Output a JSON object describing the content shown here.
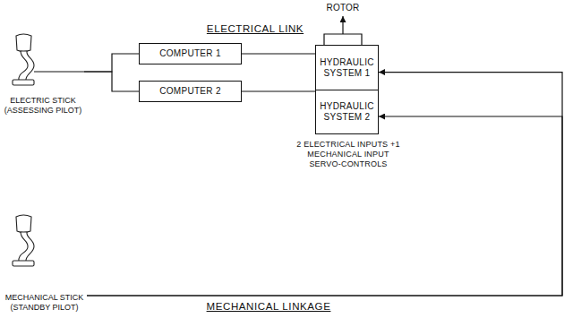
{
  "diagram": {
    "nodes": [
      {
        "text": [
          "ELECTRIC STICK (ASSESSING PILOT)"
        ]
      },
      {
        "text": [
          "COMPUTER 1"
        ]
      },
      {
        "text": [
          "HYDRAULIC SYSTEM 1"
        ]
      },
      {
        "text": [
          "COMPUTER 2"
        ]
      },
      {
        "text": [
          "HYDRAULIC SYSTEM 2"
        ]
      },
      {
        "text": [
          "MECHANICAL STICK (STANDBY PILOT)"
        ]
      }
    ],
    "edges": [
      {
        "from": 0,
        "to": 1,
        "arrow": "none"
      },
      {
        "from": 0,
        "to": 3,
        "arrow": "none"
      },
      {
        "from": 1,
        "to": 2,
        "arrow": "none"
      },
      {
        "from": 3,
        "to": 4,
        "arrow": "none"
      },
      {
        "from": 5,
        "to": 2,
        "arrow": "to"
      },
      {
        "from": 5,
        "to": 4,
        "arrow": "to"
      }
    ],
    "labels": [
      "ROTOR",
      "ELECTRICAL LINK",
      "2 ELECTRICAL INPUTS +1 MECHANICAL INPUT SERVO-CONTROLS",
      "MECHANICAL LINKAGE"
    ]
  }
}
